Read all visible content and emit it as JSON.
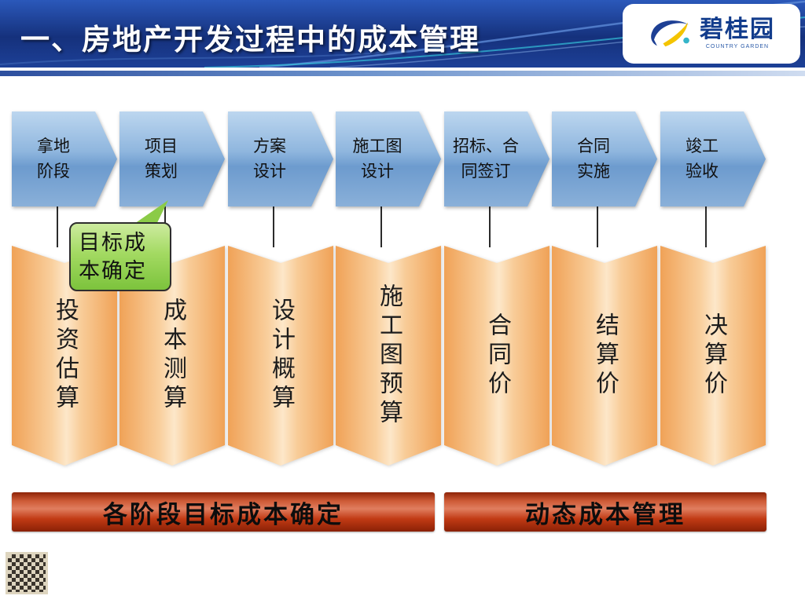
{
  "header": {
    "title": "一、房地产开发过程中的成本管理",
    "logo": {
      "name": "碧桂园",
      "subname": "COUNTRY GARDEN"
    }
  },
  "callout": {
    "text": "目标成\n本确定"
  },
  "stages": [
    {
      "label": "拿地\n阶段",
      "estimate": "投资估算"
    },
    {
      "label": "项目\n策划",
      "estimate": "成本测算"
    },
    {
      "label": "方案\n设计",
      "estimate": "设计概算"
    },
    {
      "label": "施工图\n设计",
      "estimate": "施工图预算"
    },
    {
      "label": "招标、合\n同签订",
      "estimate": "合同价"
    },
    {
      "label": "合同\n实施",
      "estimate": "结算价"
    },
    {
      "label": "竣工\n验收",
      "estimate": "决算价"
    }
  ],
  "bottom_bars": [
    {
      "label": "各阶段目标成本确定"
    },
    {
      "label": "动态成本管理"
    }
  ],
  "colors": {
    "header_blue": "#1a3a8c",
    "stage_blue": "#8fb6de",
    "cost_orange": "#f6c58c",
    "callout_green": "#92d050",
    "bar_red": "#c13a14",
    "logo_blue": "#123c8c"
  }
}
